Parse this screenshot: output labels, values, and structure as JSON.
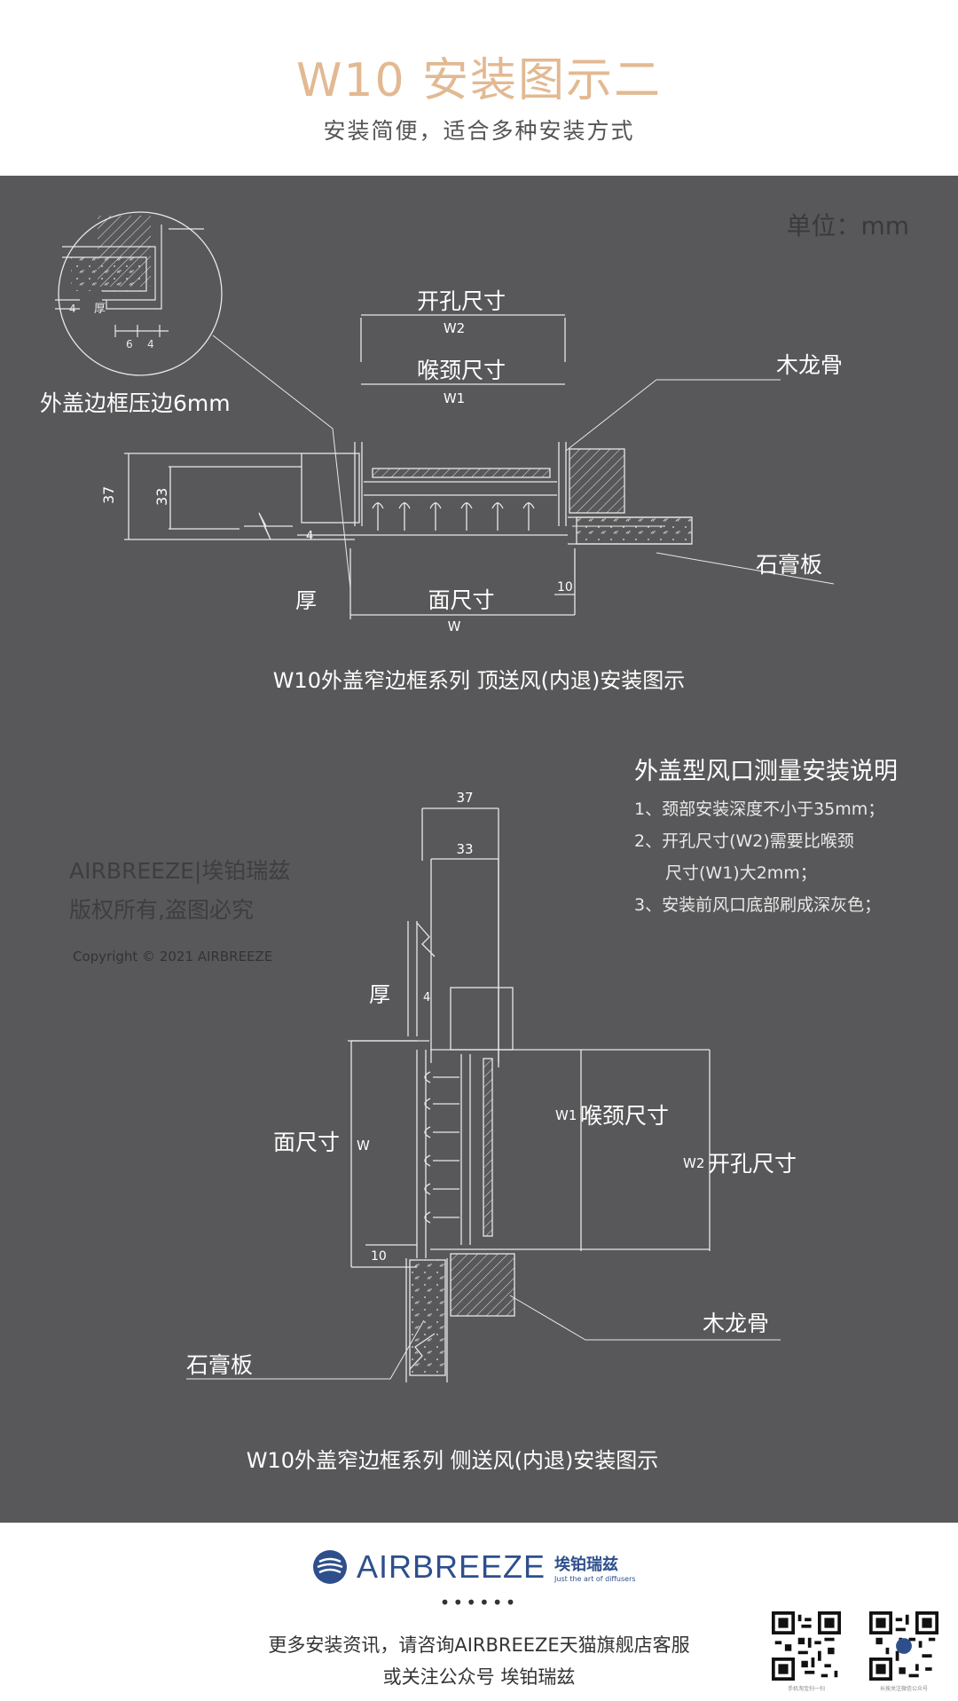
{
  "header": {
    "title": "W10 安装图示二",
    "subtitle": "安装简便，适合多种安装方式"
  },
  "unit_label": "单位：mm",
  "diagram_top": {
    "detail_label": "外盖边框压边6mm",
    "detail_dims": [
      "4",
      "厚",
      "6",
      "4"
    ],
    "opening_label": "开孔尺寸",
    "opening_symbol": "W2",
    "throat_label": "喉颈尺寸",
    "throat_symbol": "W1",
    "wood_label": "木龙骨",
    "gypsum_label": "石膏板",
    "thickness_label": "厚",
    "face_label": "面尺寸",
    "face_symbol": "W",
    "dim_37": "37",
    "dim_33": "33",
    "dim_4": "4",
    "dim_10": "10",
    "caption": "W10外盖窄边框系列  顶送风(内退)安装图示"
  },
  "notes": {
    "title": "外盖型风口测量安装说明",
    "lines": [
      "1、颈部安装深度不小于35mm；",
      "2、开孔尺寸(W2)需要比喉颈",
      "尺寸(W1)大2mm；",
      "3、安装前风口底部刷成深灰色；"
    ]
  },
  "watermark": {
    "line1": "AIRBREEZE|埃铂瑞兹",
    "line2": "版权所有,盗图必究",
    "line3": "Copyright © 2021 AIRBREEZE"
  },
  "diagram_side": {
    "dim_37": "37",
    "dim_33": "33",
    "thickness_label": "厚",
    "dim_4": "4",
    "face_label": "面尺寸",
    "face_symbol": "W",
    "dim_10": "10",
    "throat_symbol": "W1",
    "throat_label": "喉颈尺寸",
    "opening_symbol": "W2",
    "opening_label": "开孔尺寸",
    "wood_label": "木龙骨",
    "gypsum_label": "石膏板",
    "caption": "W10外盖窄边框系列  侧送风(内退)安装图示"
  },
  "footer": {
    "brand_name": "AIRBREEZE",
    "brand_cn": "埃铂瑞兹",
    "brand_tagline": "Just the art of diffusers",
    "dots": "••••••",
    "line1": "更多安装资讯，请咨询AIRBREEZE天猫旗舰店客服",
    "line2": "或关注公众号 埃铂瑞兹",
    "qr1_caption": "手机淘宝扫一扫",
    "qr2_caption": "长按关注微信公众号"
  },
  "colors": {
    "title": "#e2b992",
    "panel": "#58585a",
    "line": "#e8e8e8",
    "brand": "#2e4f8c"
  }
}
